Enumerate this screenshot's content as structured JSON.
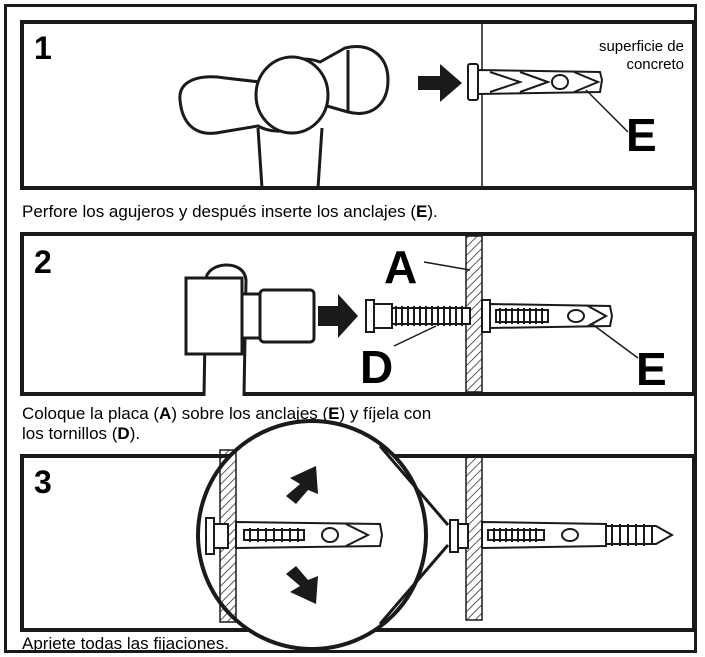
{
  "steps": [
    {
      "number": "1",
      "note_line1": "superficie de",
      "note_line2": "concreto",
      "part_e": "E",
      "caption": {
        "text1": "Perfore los agujeros y después inserte los anclajes (",
        "key1": "E",
        "text2": ")."
      }
    },
    {
      "number": "2",
      "part_a": "A",
      "part_d": "D",
      "part_e": "E",
      "caption_line1": {
        "text1": "Coloque la placa (",
        "key1": "A",
        "text2": ") sobre los anclajes (",
        "key2": "E",
        "text3": ") y fíjela con"
      },
      "caption_line2": {
        "text1": "los tornillos (",
        "key1": "D",
        "text2": ")."
      }
    },
    {
      "number": "3",
      "caption": "Apriete todas las fijaciones."
    }
  ]
}
